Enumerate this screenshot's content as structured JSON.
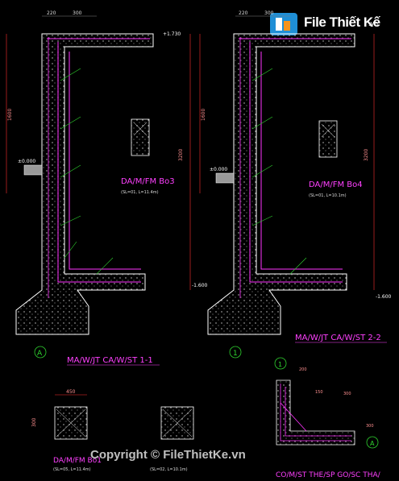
{
  "brand": {
    "name": "File Thiết Kế",
    "suffix": ".vn"
  },
  "watermark": "Copyright © FileThietKe.vn",
  "views": {
    "left": {
      "beam_label": "DA/M/FM Bo3",
      "beam_note": "(SL=01, L=11.4m)",
      "section_title": "MA/W/JT CA/W/ST 1-1",
      "axis": "A",
      "dims": {
        "top_a": "220",
        "top_b": "300",
        "height": "3200",
        "side": "1600",
        "level": "±0.000",
        "level_top": "+1.730",
        "bottom_level": "-1.600"
      }
    },
    "right": {
      "beam_label": "DA/M/FM Bo4",
      "beam_note": "(SL=01, L=10.1m)",
      "section_title": "MA/W/JT CA/W/ST 2-2",
      "axis": "1",
      "dims": {
        "top_a": "220",
        "top_b": "300",
        "height": "3200",
        "side": "1600",
        "level": "±0.000",
        "bottom_level": "-1.600"
      }
    },
    "bottom_left": {
      "label_a": "DA/M/FM Bo1",
      "note_a": "(SL=05, L=11.4m)",
      "note_b": "(SL=02, L=10.1m)",
      "dim_top": "450",
      "dim_side": "300"
    },
    "corner": {
      "axis_top": "1",
      "axis_bottom": "A",
      "title": "CO/M/ST THE/SP GO/SC THA/",
      "dims": [
        "150",
        "200",
        "300",
        "300"
      ]
    }
  }
}
